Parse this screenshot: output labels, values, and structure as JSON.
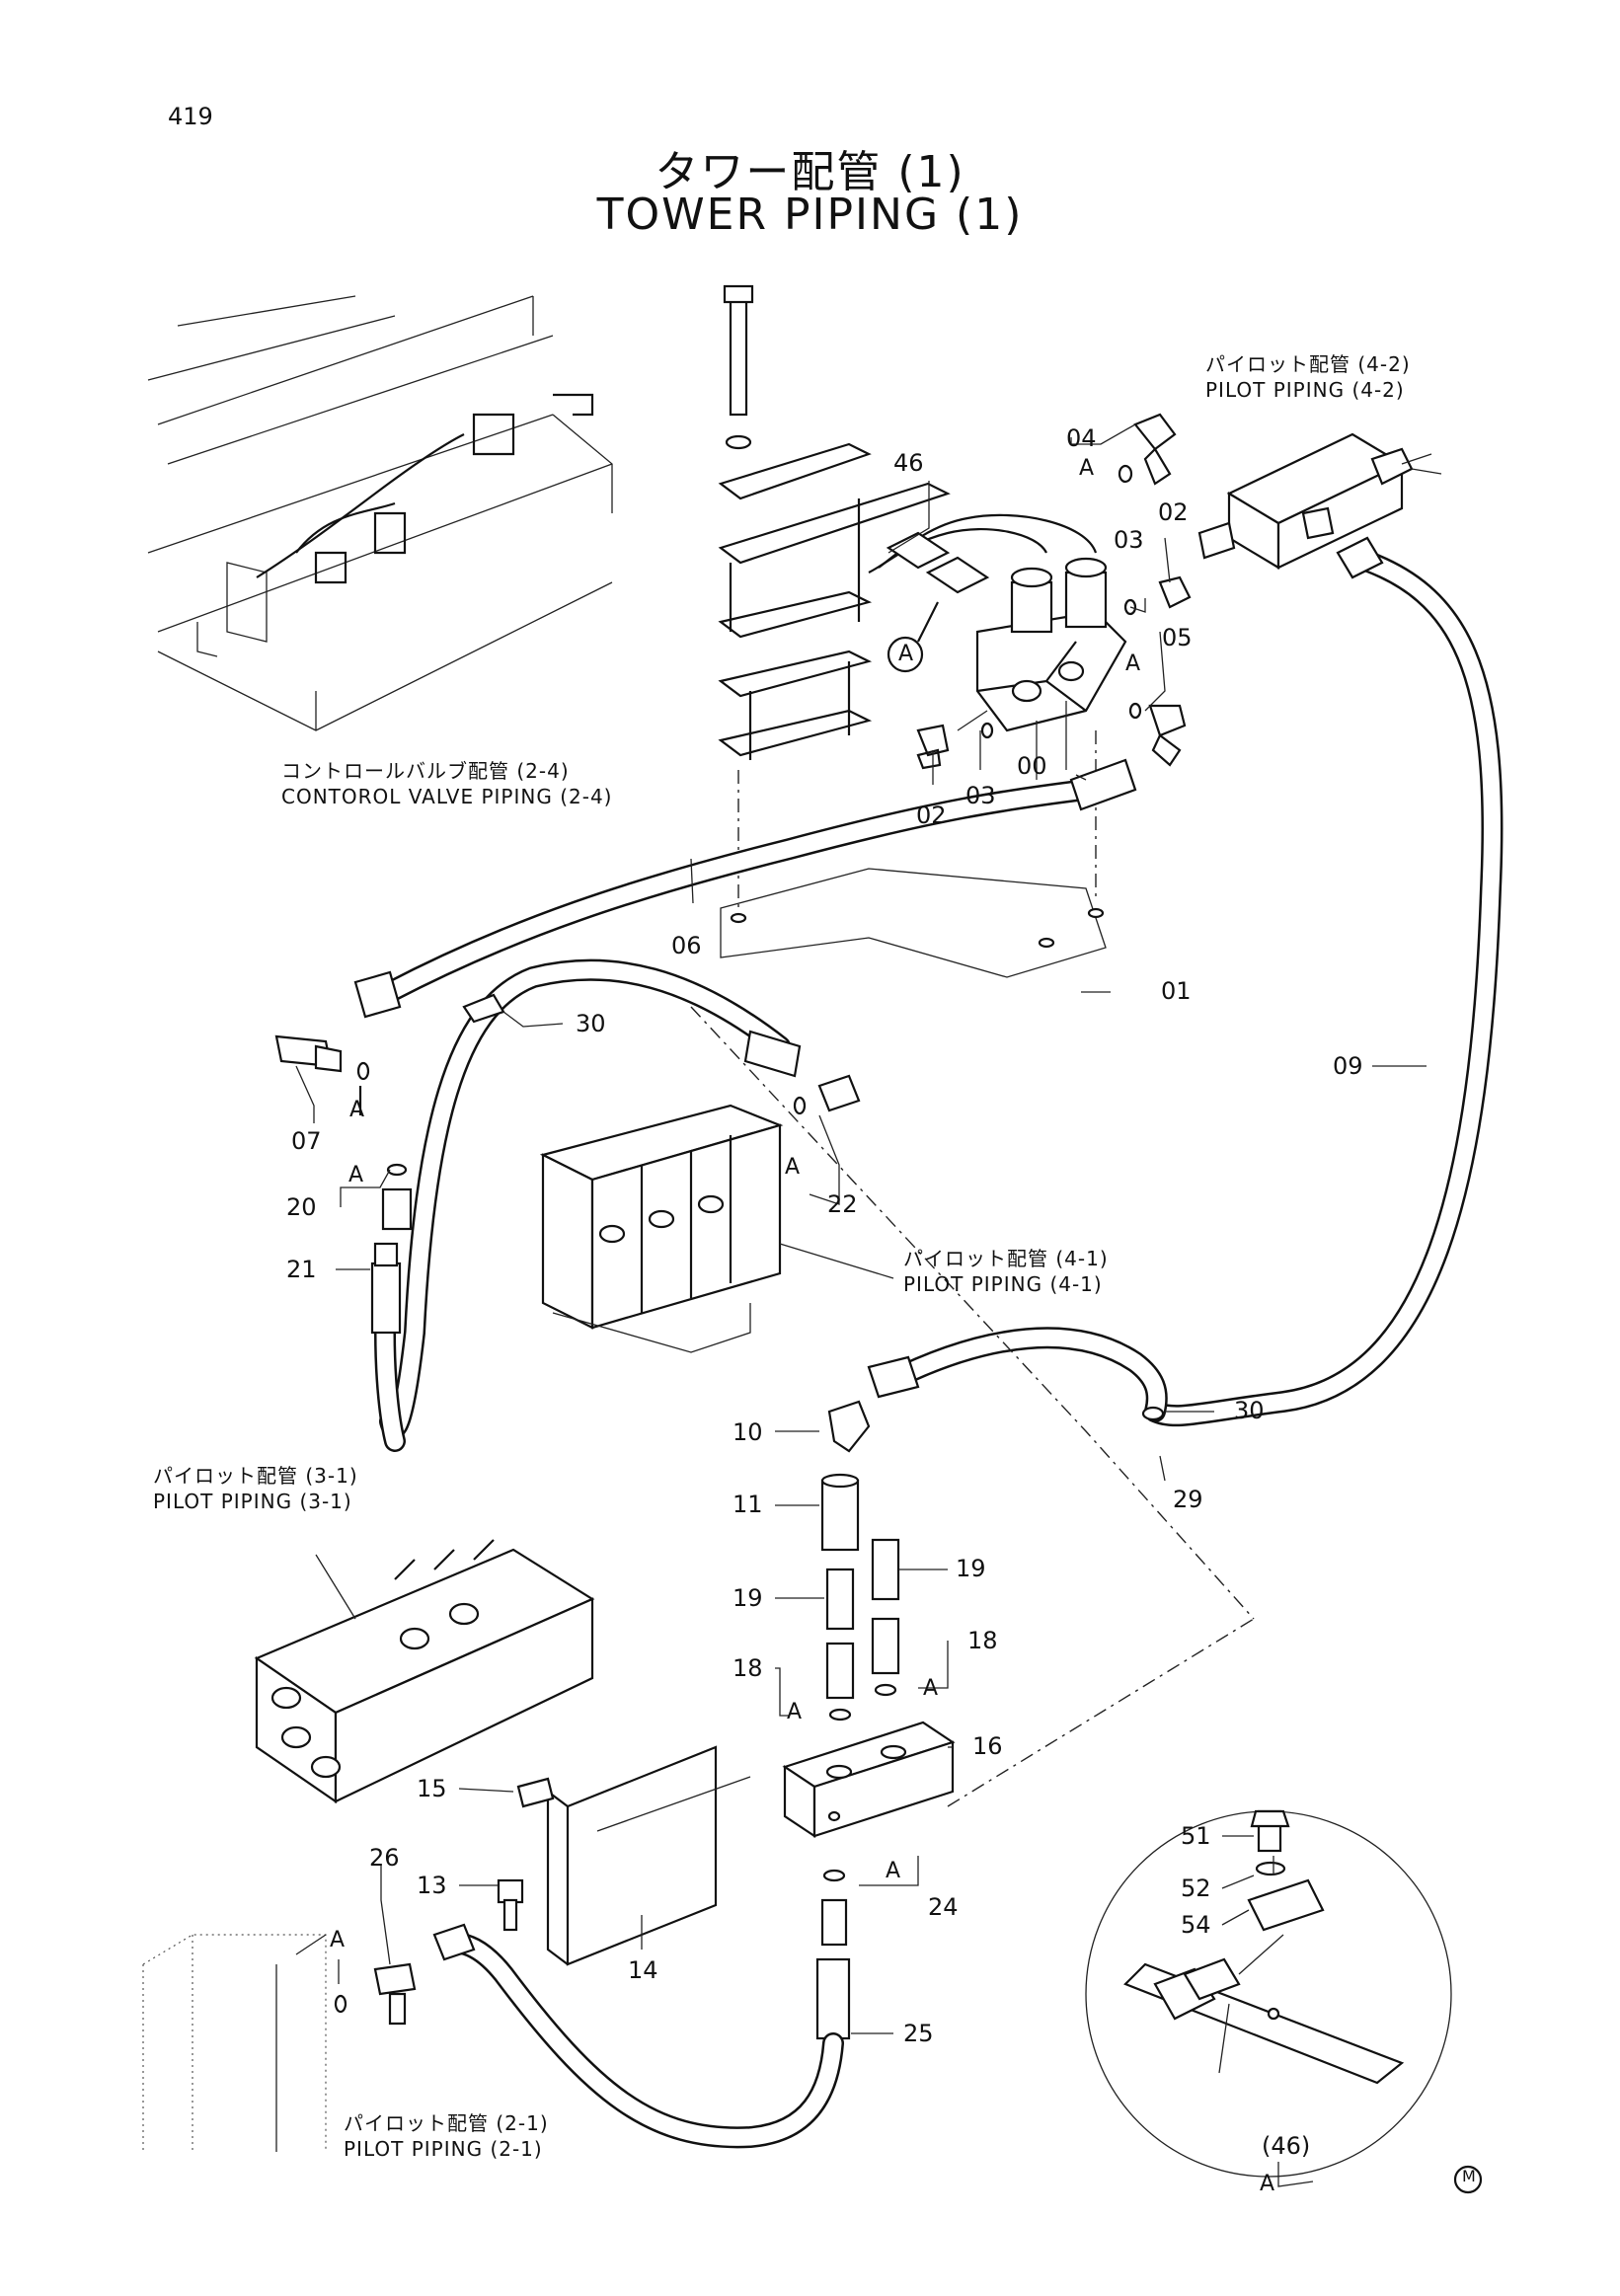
{
  "page": {
    "number": "419"
  },
  "title": {
    "jp": "タワー配管 (1)",
    "en": "TOWER PIPING (1)"
  },
  "refs": {
    "pilot_4_2": {
      "jp": "パイロット配管 (4-2)",
      "en": "PILOT PIPING (4-2)"
    },
    "control_valve_2_4": {
      "jp": "コントロールバルブ配管 (2-4)",
      "en": "CONTOROL VALVE PIPING (2-4)"
    },
    "pilot_4_1": {
      "jp": "パイロット配管 (4-1)",
      "en": "PILOT PIPING (4-1)"
    },
    "pilot_3_1": {
      "jp": "パイロット配管 (3-1)",
      "en": "PILOT PIPING (3-1)"
    },
    "pilot_2_1": {
      "jp": "パイロット配管 (2-1)",
      "en": "PILOT PIPING (2-1)"
    }
  },
  "parts": {
    "p00": "00",
    "p01": "01",
    "p02a": "02",
    "p02b": "02",
    "p03a": "03",
    "p03b": "03",
    "p04": "04",
    "p05": "05",
    "p06": "06",
    "p07": "07",
    "p09": "09",
    "p10": "10",
    "p11": "11",
    "p13": "13",
    "p14": "14",
    "p15": "15",
    "p16": "16",
    "p18a": "18",
    "p18b": "18",
    "p19a": "19",
    "p19b": "19",
    "p20": "20",
    "p21": "21",
    "p22": "22",
    "p24": "24",
    "p25": "25",
    "p26": "26",
    "p29": "29",
    "p30a": "30",
    "p30b": "30",
    "p46": "46",
    "p46_ref": "(46)",
    "p51": "51",
    "p52": "52",
    "p54": "54"
  },
  "markers": {
    "a_circle": "A",
    "a1": "A",
    "a2": "A",
    "a3": "A",
    "a4": "A",
    "a5": "A",
    "a6": "A",
    "a7": "A",
    "a8": "A",
    "a9": "A",
    "a10": "A",
    "a_detail": "A"
  },
  "mark_m": "M"
}
